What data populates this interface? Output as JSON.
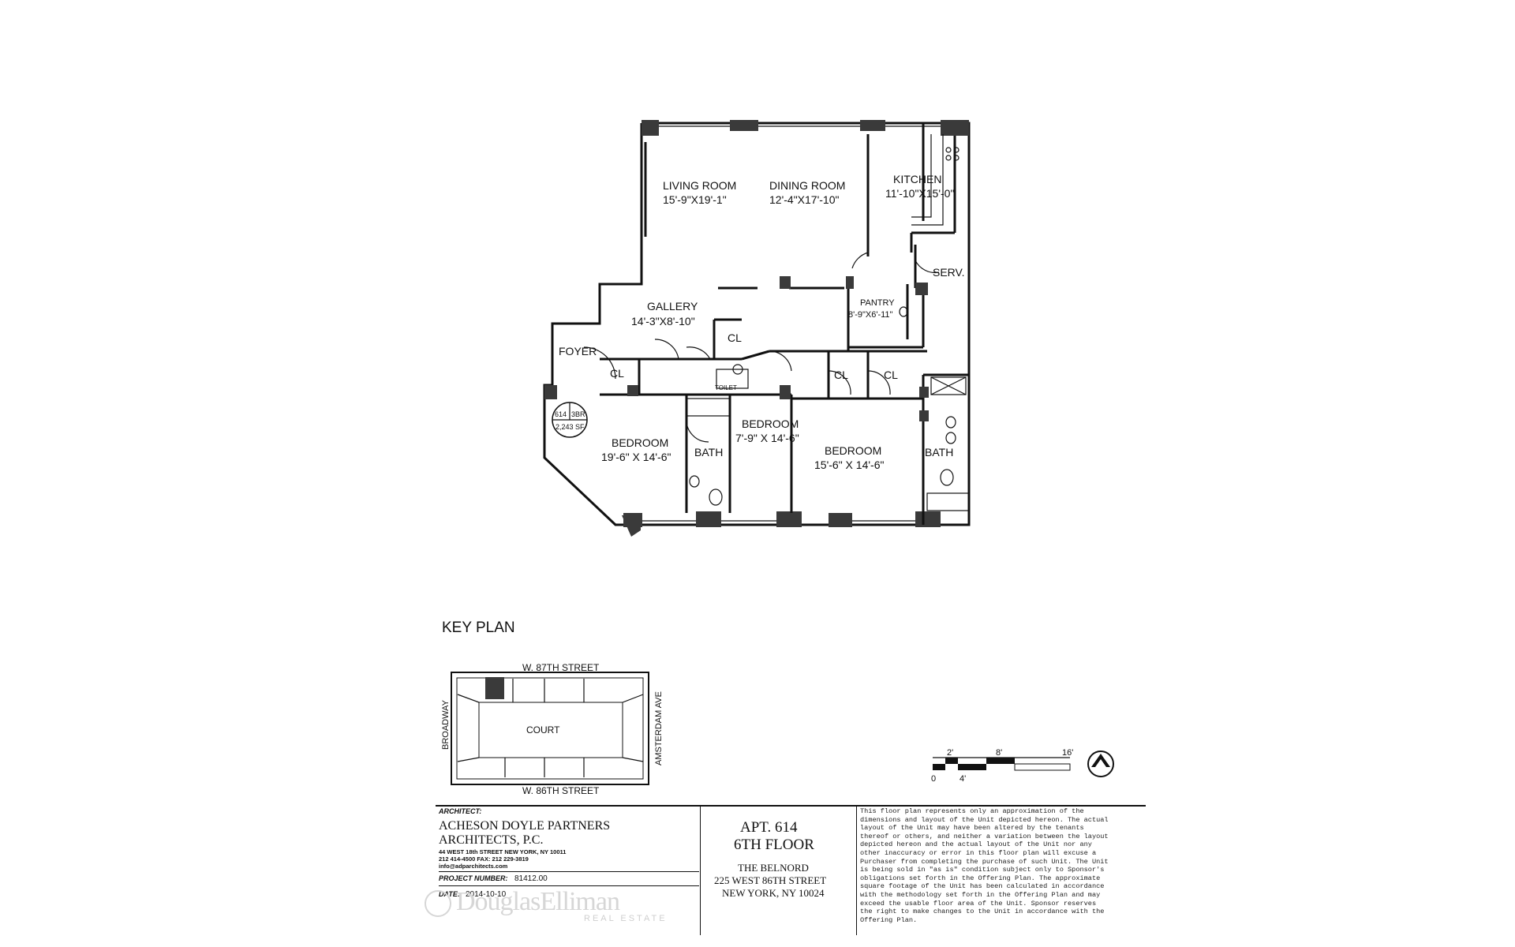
{
  "rooms": {
    "living_room": {
      "name": "LIVING ROOM",
      "dims": "15'-9\"X19'-1\""
    },
    "dining_room": {
      "name": "DINING ROOM",
      "dims": "12'-4\"X17'-10\""
    },
    "kitchen": {
      "name": "KITCHEN",
      "dims": "11'-10\"X15'-0\""
    },
    "serv": {
      "name": "SERV."
    },
    "pantry": {
      "name": "PANTRY",
      "dims": "8'-9\"X6'-11\""
    },
    "gallery": {
      "name": "GALLERY",
      "dims": "14'-3\"X8'-10\""
    },
    "foyer": {
      "name": "FOYER"
    },
    "closet": "CL",
    "toilet": "TOILET",
    "bedroom_1": {
      "name": "BEDROOM",
      "dims": "19'-6\" X 14'-6\""
    },
    "bath_1": {
      "name": "BATH"
    },
    "bedroom_2": {
      "name": "BEDROOM",
      "dims": "7'-9\" X 14'-6\""
    },
    "bedroom_3": {
      "name": "BEDROOM",
      "dims": "15'-6\" X 14'-6\""
    },
    "bath_2": {
      "name": "BATH"
    }
  },
  "unit_badge": {
    "unit": "614",
    "type": "3BR",
    "area": "2,243 SF"
  },
  "key_plan": {
    "title": "KEY PLAN",
    "north_street": "W. 87TH STREET",
    "south_street": "W. 86TH STREET",
    "west_street": "BROADWAY",
    "east_street": "AMSTERDAM AVE",
    "court": "COURT"
  },
  "scale": {
    "labels": [
      "2'",
      "8'",
      "16'",
      "0",
      "4'"
    ]
  },
  "architect": {
    "heading": "ARCHITECT:",
    "name_line1": "ACHESON DOYLE PARTNERS",
    "name_line2": "ARCHITECTS, P.C.",
    "address": "44 WEST 18th STREET   NEW YORK, NY 10011",
    "phone": "212 414-4500   FAX: 212 229-3819",
    "email": "info@adparchitects.com",
    "project_label": "PROJECT NUMBER:",
    "project_number": "81412.00",
    "date_label": "DATE:",
    "date": "2014-10-10"
  },
  "apartment": {
    "apt": "APT. 614",
    "floor": "6TH FLOOR",
    "building": "THE BELNORD",
    "street": "225 WEST 86TH STREET",
    "city": "NEW YORK, NY 10024"
  },
  "disclaimer": "This floor plan represents only an approximation of the dimensions and layout of the Unit depicted hereon. The actual layout of the Unit may have been altered by the tenants thereof or others, and neither a variation between the layout depicted hereon and the actual layout of the Unit nor any other inaccuracy or error in this floor plan will excuse a Purchaser from completing the purchase of such Unit. The Unit is being sold in \"as is\" condition subject only to Sponsor's obligations set forth in the Offering Plan. The approximate square footage of the Unit has been calculated in accordance with the methodology set forth in the Offering Plan and may exceed the usable floor area of the Unit. Sponsor reserves the right to make changes to the Unit in accordance with the Offering Plan.",
  "watermark": {
    "brand": "DouglasElliman",
    "sub": "REAL ESTATE"
  }
}
